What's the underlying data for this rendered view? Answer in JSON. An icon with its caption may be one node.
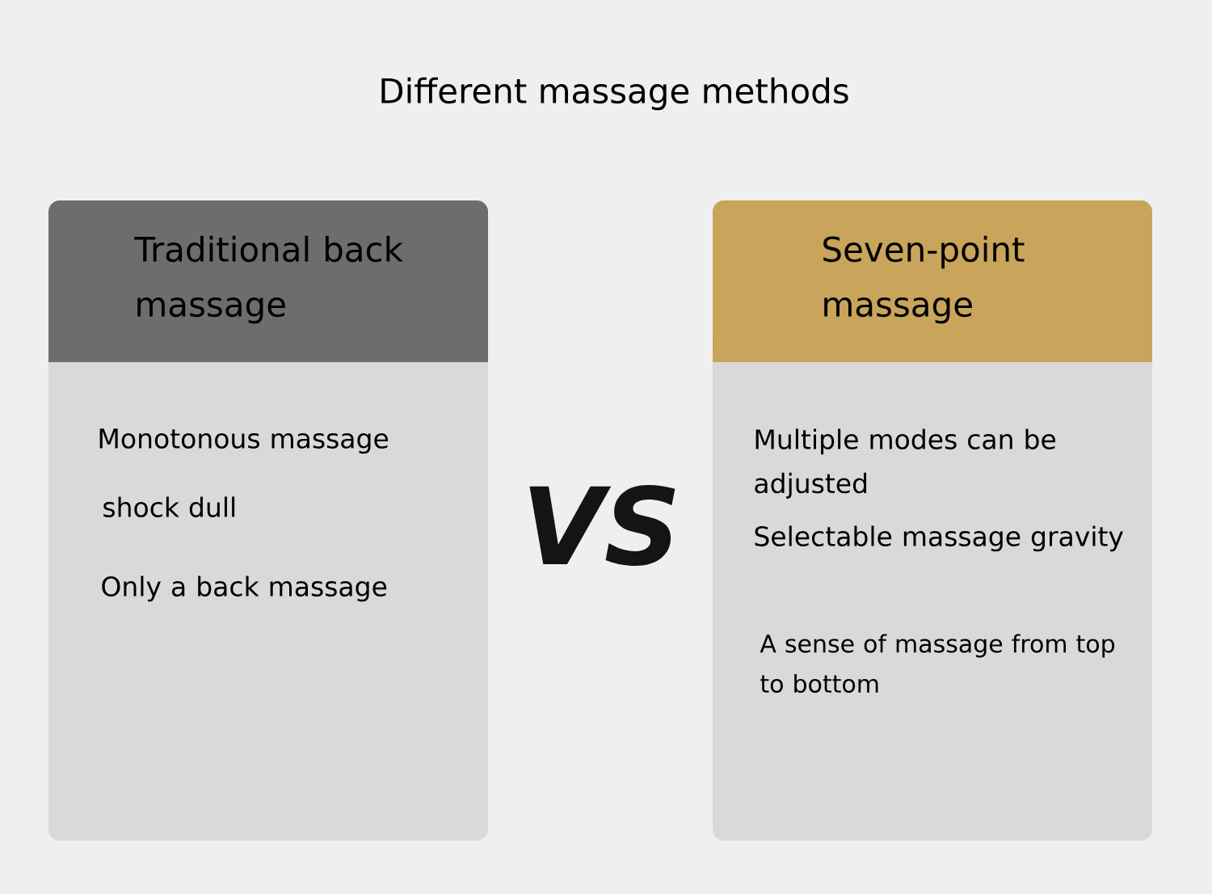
{
  "diagram": {
    "title": "Different massage methods",
    "nodes": [
      {
        "text": [
          "Traditional back massage",
          "Monotonous massage",
          "shock dull",
          "Only a back massage"
        ]
      },
      {
        "text": [
          "Seven-point massage",
          "Multiple modes can be adjusted",
          "Selectable massage gravity",
          "A sense of massage from top to bottom"
        ]
      }
    ],
    "labels": [
      "VS"
    ]
  }
}
